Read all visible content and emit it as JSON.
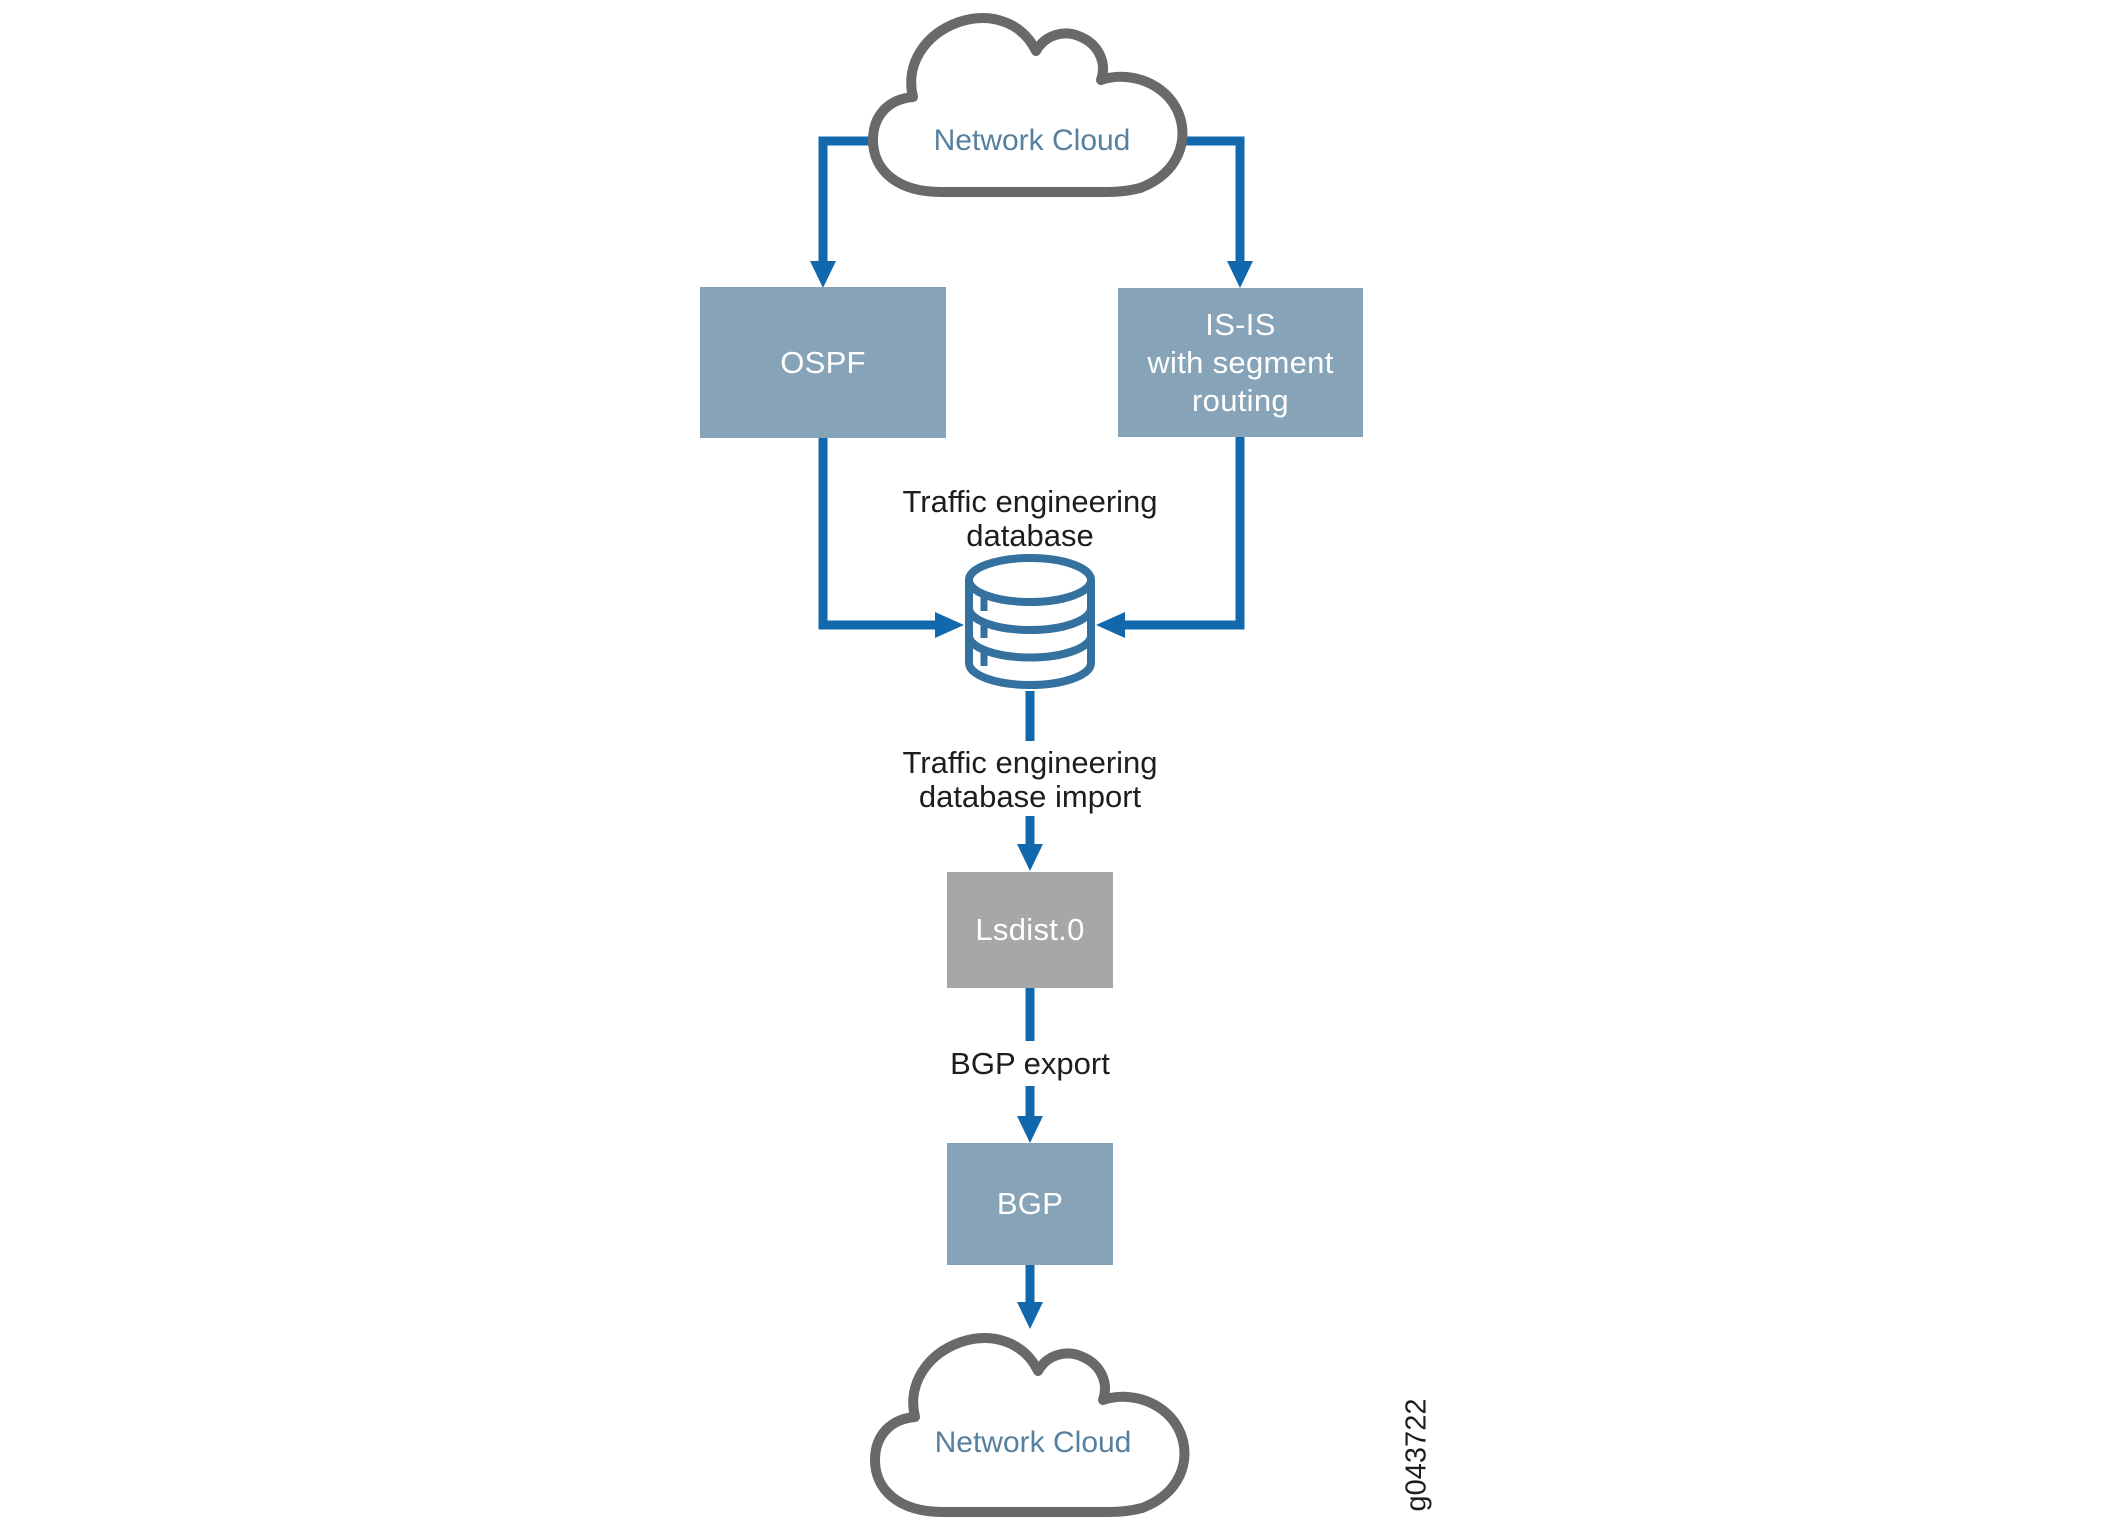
{
  "figure": {
    "top_cloud": {
      "label": "Network Cloud"
    },
    "bottom_cloud": {
      "label": "Network Cloud"
    },
    "nodes": {
      "ospf": {
        "label": "OSPF"
      },
      "isis": {
        "label": "IS-IS\nwith segment\nrouting"
      },
      "lsdist": {
        "label": "Lsdist.0"
      },
      "bgp": {
        "label": "BGP"
      }
    },
    "labels": {
      "ted": "Traffic engineering\ndatabase",
      "ted_import": "Traffic engineering\ndatabase import",
      "bgp_export": "BGP export"
    },
    "figure_id": "g043722",
    "icons": {
      "database": "database-cylinder-icon",
      "cloud_top": "cloud-icon",
      "cloud_bottom": "cloud-icon"
    },
    "colors": {
      "connector_blue": "#1268ad",
      "node_blue_gray": "#87a3b7",
      "node_gray": "#a7a7a7",
      "cloud_outline": "#696969",
      "cloud_text": "#56809f",
      "database_icon": "#35719e",
      "label_text": "#1d1d1f"
    }
  }
}
